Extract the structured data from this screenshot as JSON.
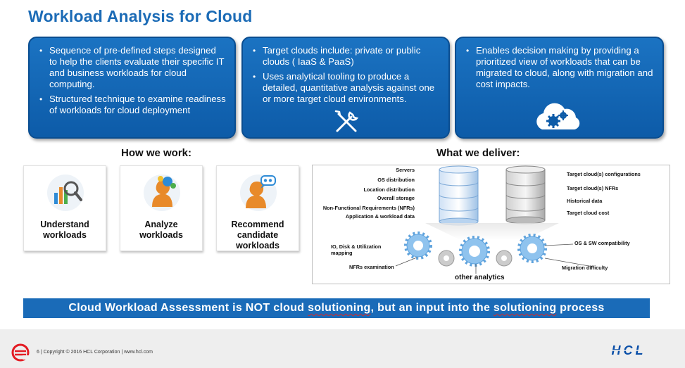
{
  "slide": {
    "title": "Workload Analysis  for Cloud"
  },
  "boxes": [
    {
      "bullets": [
        "Sequence of pre-defined steps designed to help the clients evaluate their specific IT and business workloads for cloud computing.",
        "Structured technique to examine readiness of workloads for cloud deployment"
      ]
    },
    {
      "bullets": [
        "Target clouds include: private or public clouds ( IaaS  & PaaS)",
        "Uses analytical tooling to produce a detailed, quantitative analysis against one or more target cloud environments."
      ],
      "icon": "tools-icon"
    },
    {
      "bullets": [
        "Enables decision making by providing a prioritized view  of workloads that can be migrated to cloud, along with migration and cost impacts."
      ],
      "icon": "cloud-gears-icon"
    }
  ],
  "how_we_work": {
    "heading": "How we work:",
    "steps": [
      {
        "label_line1": "Understand",
        "label_line2": "workloads",
        "icon": "magnifier-chart-icon"
      },
      {
        "label_line1": "Analyze",
        "label_line2": "workloads",
        "icon": "person-thinking-icon"
      },
      {
        "label_line1": "Recommend",
        "label_line2": "candidate",
        "label_line3": "workloads",
        "icon": "person-idea-icon"
      }
    ]
  },
  "what_we_deliver": {
    "heading": "What we deliver:",
    "inputs": [
      "Servers",
      "OS distribution",
      "Location distribution",
      "Overall storage",
      "Non-Functional Requirements (NFRs)",
      "Application & workload data"
    ],
    "outputs": [
      "Target cloud(s) configurations",
      "Target cloud(s) NFRs",
      "Historical data",
      "Target cloud cost"
    ],
    "analytics": {
      "io_line1": "IO, Disk & Utilization",
      "io_line2": "mapping",
      "nfr": "NFRs examination",
      "os": "OS & SW compatibility",
      "migration": "Migration difficulty",
      "other": "other analytics"
    }
  },
  "banner": {
    "part1": "Cloud Workload Assessment is NOT cloud ",
    "part2": "solutioning",
    "part3": ",  but an input into the ",
    "part4": "solutioning",
    "part5": " process"
  },
  "footer": {
    "text": "6  |  Copyright  © 2016   HCL Corporation   |  www.hcl.com",
    "logo_text": "HCL"
  },
  "colors": {
    "title": "#1b6bb6",
    "box": "#1a6bb8",
    "banner": "#1a6bb8",
    "logo": "#0a4fa8",
    "e_logo": "#e31b23"
  }
}
